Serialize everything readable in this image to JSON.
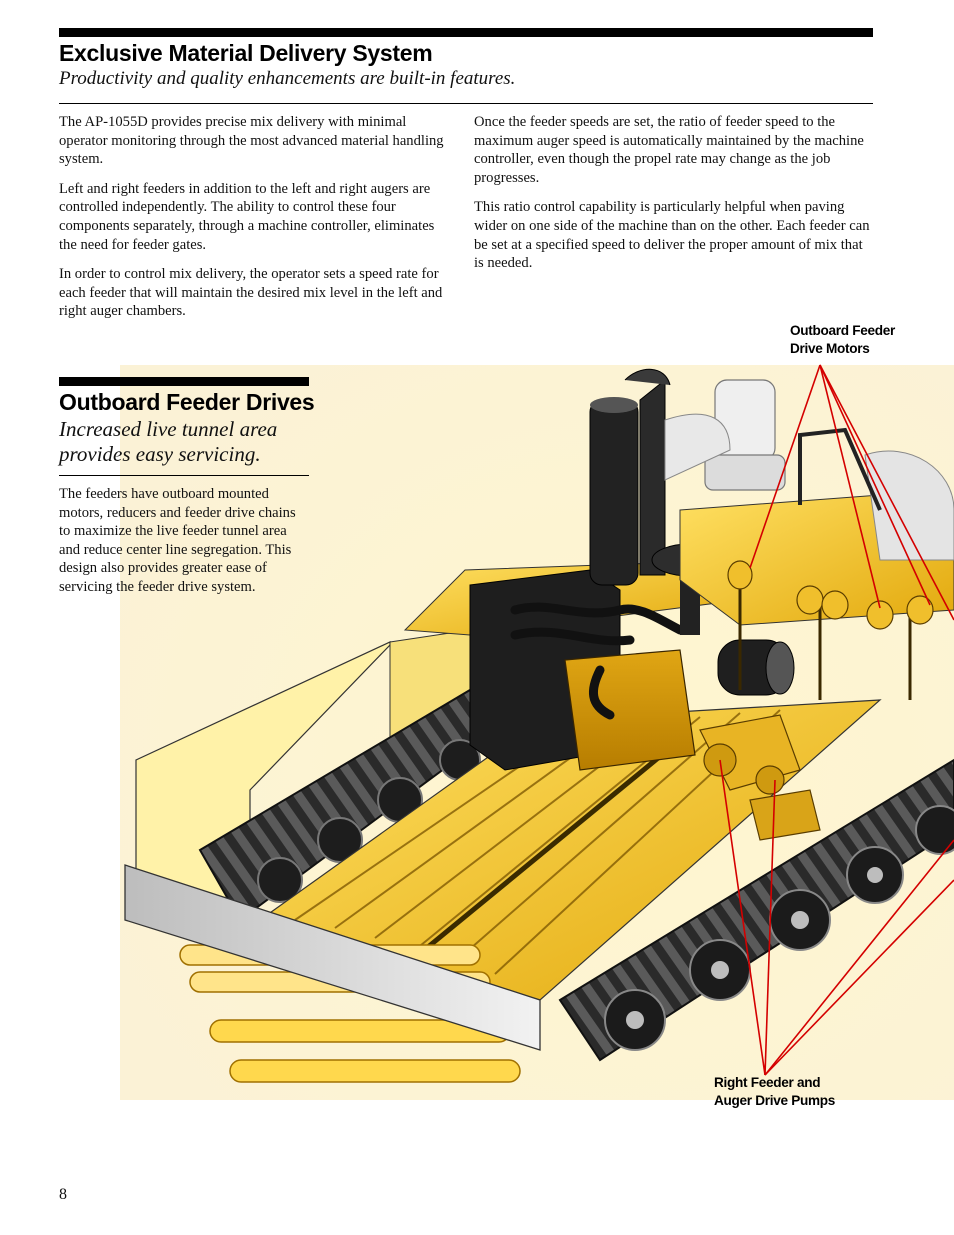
{
  "section1": {
    "title": "Exclusive Material Delivery System",
    "subtitle": "Productivity and quality enhancements are built-in features.",
    "left_paragraphs": [
      "The AP-1055D provides precise mix delivery with minimal operator monitoring through the most advanced material handling system.",
      "Left and right feeders in addition to the left and right augers are controlled independently. The ability to control these four components separately, through a machine controller, eliminates the need for feeder gates.",
      "In order to control mix delivery, the operator sets a speed rate for each feeder that will maintain the desired mix level in the left and right auger chambers."
    ],
    "right_paragraphs": [
      "Once the feeder speeds are set, the ratio of feeder speed to the maximum auger speed is automatically maintained by the machine controller, even though the propel rate may change as the job progresses.",
      "This ratio control capability is particularly helpful when paving wider on one side of the machine than on the other. Each feeder can be set at a specified speed to deliver the proper amount of mix that is needed."
    ]
  },
  "section2": {
    "title": "Outboard Feeder Drives",
    "subtitle_line1": "Increased live tunnel area",
    "subtitle_line2": "provides easy servicing.",
    "paragraph": "The feeders have outboard mounted motors, reducers and feeder drive chains to maximize the live feeder tunnel area and reduce center line segregation. This design also provides greater ease of servicing the feeder drive system."
  },
  "callouts": {
    "motors_line1": "Outboard Feeder",
    "motors_line2": "Drive Motors",
    "pumps_line1": "Right Feeder and",
    "pumps_line2": "Auger Drive Pumps"
  },
  "colors": {
    "machine_yellow": "#f2c01e",
    "callout_line": "#d40000"
  },
  "page_number": "8"
}
